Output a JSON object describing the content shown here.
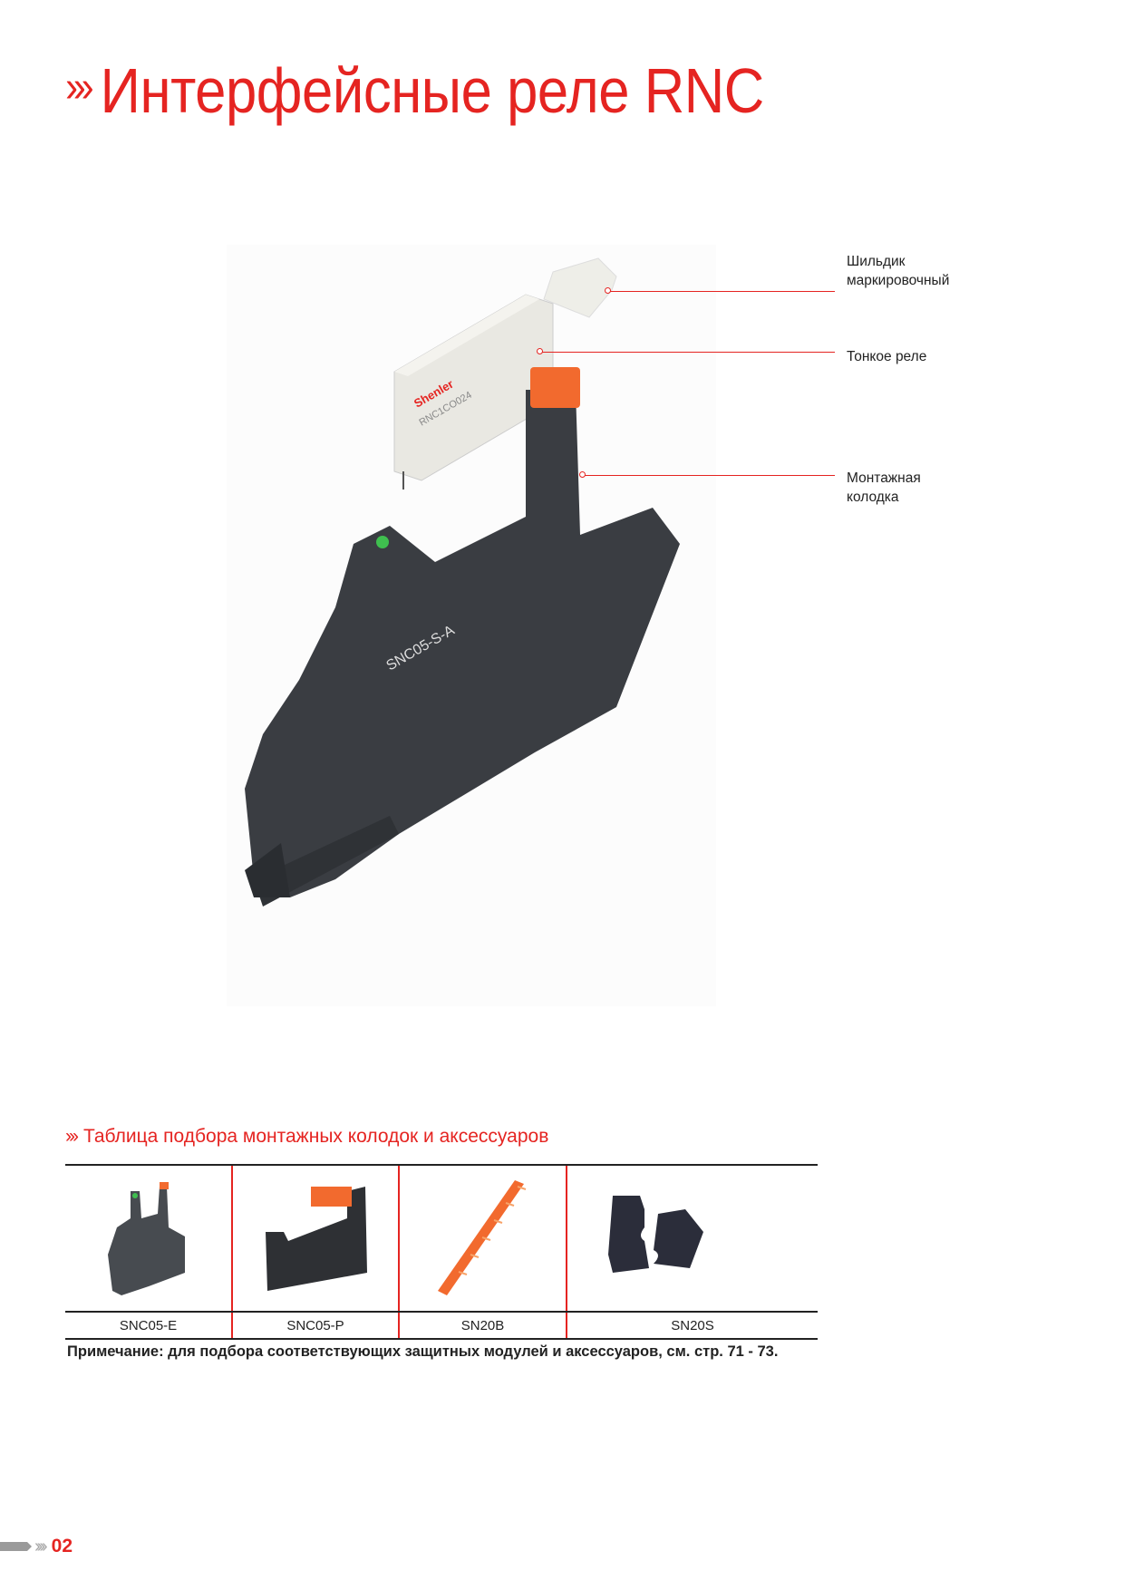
{
  "header": {
    "chevrons": "›››",
    "title": "Интерфейсные реле RNC"
  },
  "diagram": {
    "callouts": [
      {
        "label_line1": "Шильдик",
        "label_line2": "маркировочный"
      },
      {
        "label_line1": "Тонкое реле",
        "label_line2": ""
      },
      {
        "label_line1": "Монтажная",
        "label_line2": "колодка"
      }
    ],
    "relay_marking": "RNC1CO024",
    "base_marking": "SNC05-S-A",
    "brand": "Shenler"
  },
  "section": {
    "chevrons": "›››",
    "title": "Таблица подбора монтажных колодок и аксессуаров"
  },
  "table": {
    "items": [
      {
        "name": "SNC05-E"
      },
      {
        "name": "SNC05-P"
      },
      {
        "name": "SN20B"
      },
      {
        "name": "SN20S"
      }
    ]
  },
  "note": "Примечание: для подбора соответствующих защитных модулей и аксессуаров, см.  стр. 71 - 73.",
  "footer": {
    "chevrons": "››››",
    "page": "02"
  },
  "colors": {
    "accent": "#e52421",
    "base": "#3a3d42",
    "clip": "#f26a2e",
    "relay": "#e9e8e2"
  }
}
